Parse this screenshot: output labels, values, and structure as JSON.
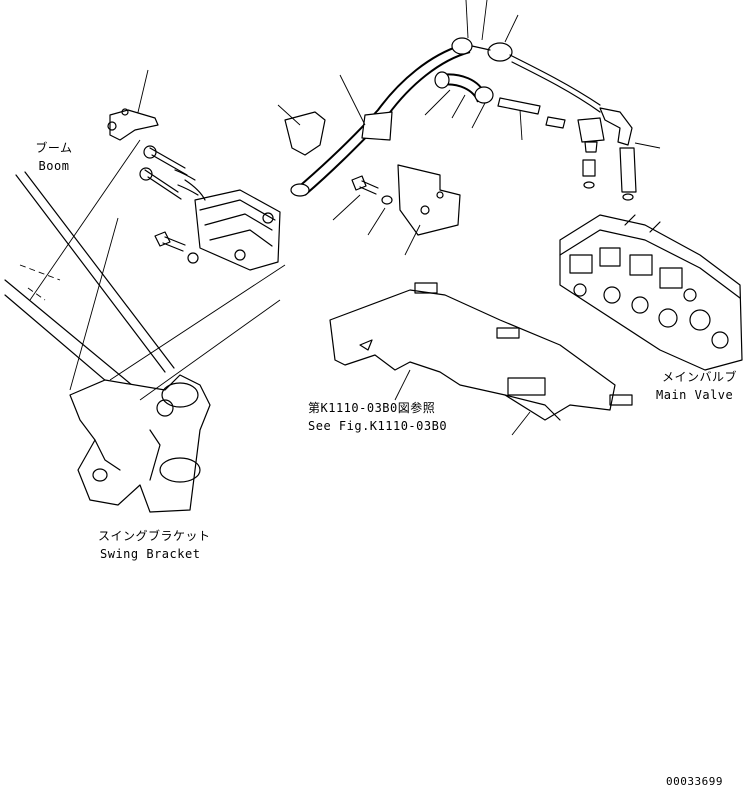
{
  "labels": {
    "boom_jp": "ブーム",
    "boom_en": "Boom",
    "main_valve_jp": "メインバルブ",
    "main_valve_en": "Main Valve",
    "ref_jp": "第K1110-03B0図参照",
    "ref_en": "See Fig.K1110-03B0",
    "swing_jp": "スイングブラケット",
    "swing_en": "Swing Bracket",
    "drawing_no": "00033699"
  },
  "colors": {
    "line": "#000000",
    "background": "#ffffff"
  }
}
